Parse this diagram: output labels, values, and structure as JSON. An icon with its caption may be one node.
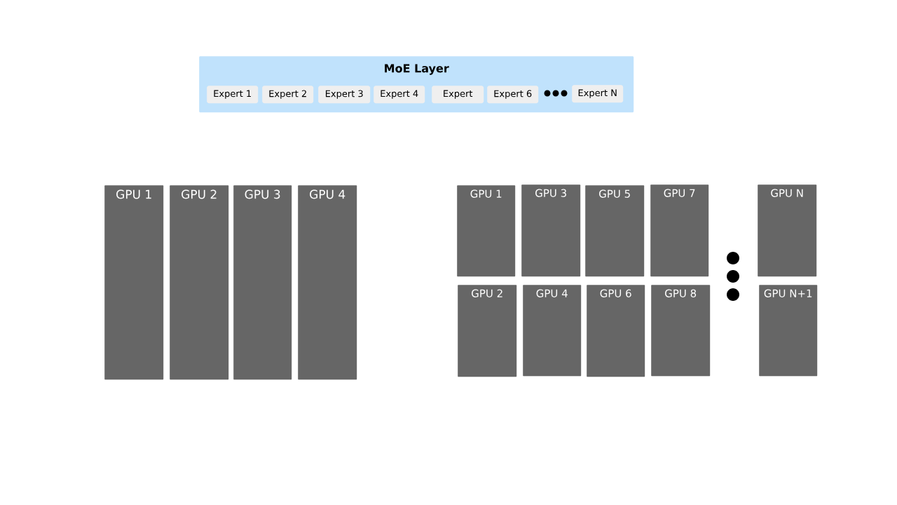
{
  "diagram": {
    "nodes": [
      {
        "text": [
          "MoE Layer"
        ]
      },
      {
        "text": [
          "Expert 1"
        ],
        "in": 0
      },
      {
        "text": [
          "Expert 2"
        ],
        "in": 0
      },
      {
        "text": [
          "Expert 3"
        ],
        "in": 0
      },
      {
        "text": [
          "Expert 4"
        ],
        "in": 0
      },
      {
        "text": [
          "Expert"
        ],
        "in": 0
      },
      {
        "text": [
          "Expert 6"
        ],
        "in": 0
      },
      {
        "text": [
          "Expert N"
        ],
        "in": 0
      },
      {
        "text": [
          "GPU 1"
        ]
      },
      {
        "text": [
          "GPU 2"
        ]
      },
      {
        "text": [
          "GPU 3"
        ]
      },
      {
        "text": [
          "GPU 4"
        ]
      },
      {
        "text": [
          "GPU 1"
        ]
      },
      {
        "text": [
          "GPU 3"
        ]
      },
      {
        "text": [
          "GPU 5"
        ]
      },
      {
        "text": [
          "GPU 7"
        ]
      },
      {
        "text": [
          "GPU N"
        ]
      },
      {
        "text": [
          "GPU 2"
        ]
      },
      {
        "text": [
          "GPU 4"
        ]
      },
      {
        "text": [
          "GPU 6"
        ]
      },
      {
        "text": [
          "GPU 8"
        ]
      },
      {
        "text": [
          "GPU N+1"
        ]
      }
    ]
  }
}
